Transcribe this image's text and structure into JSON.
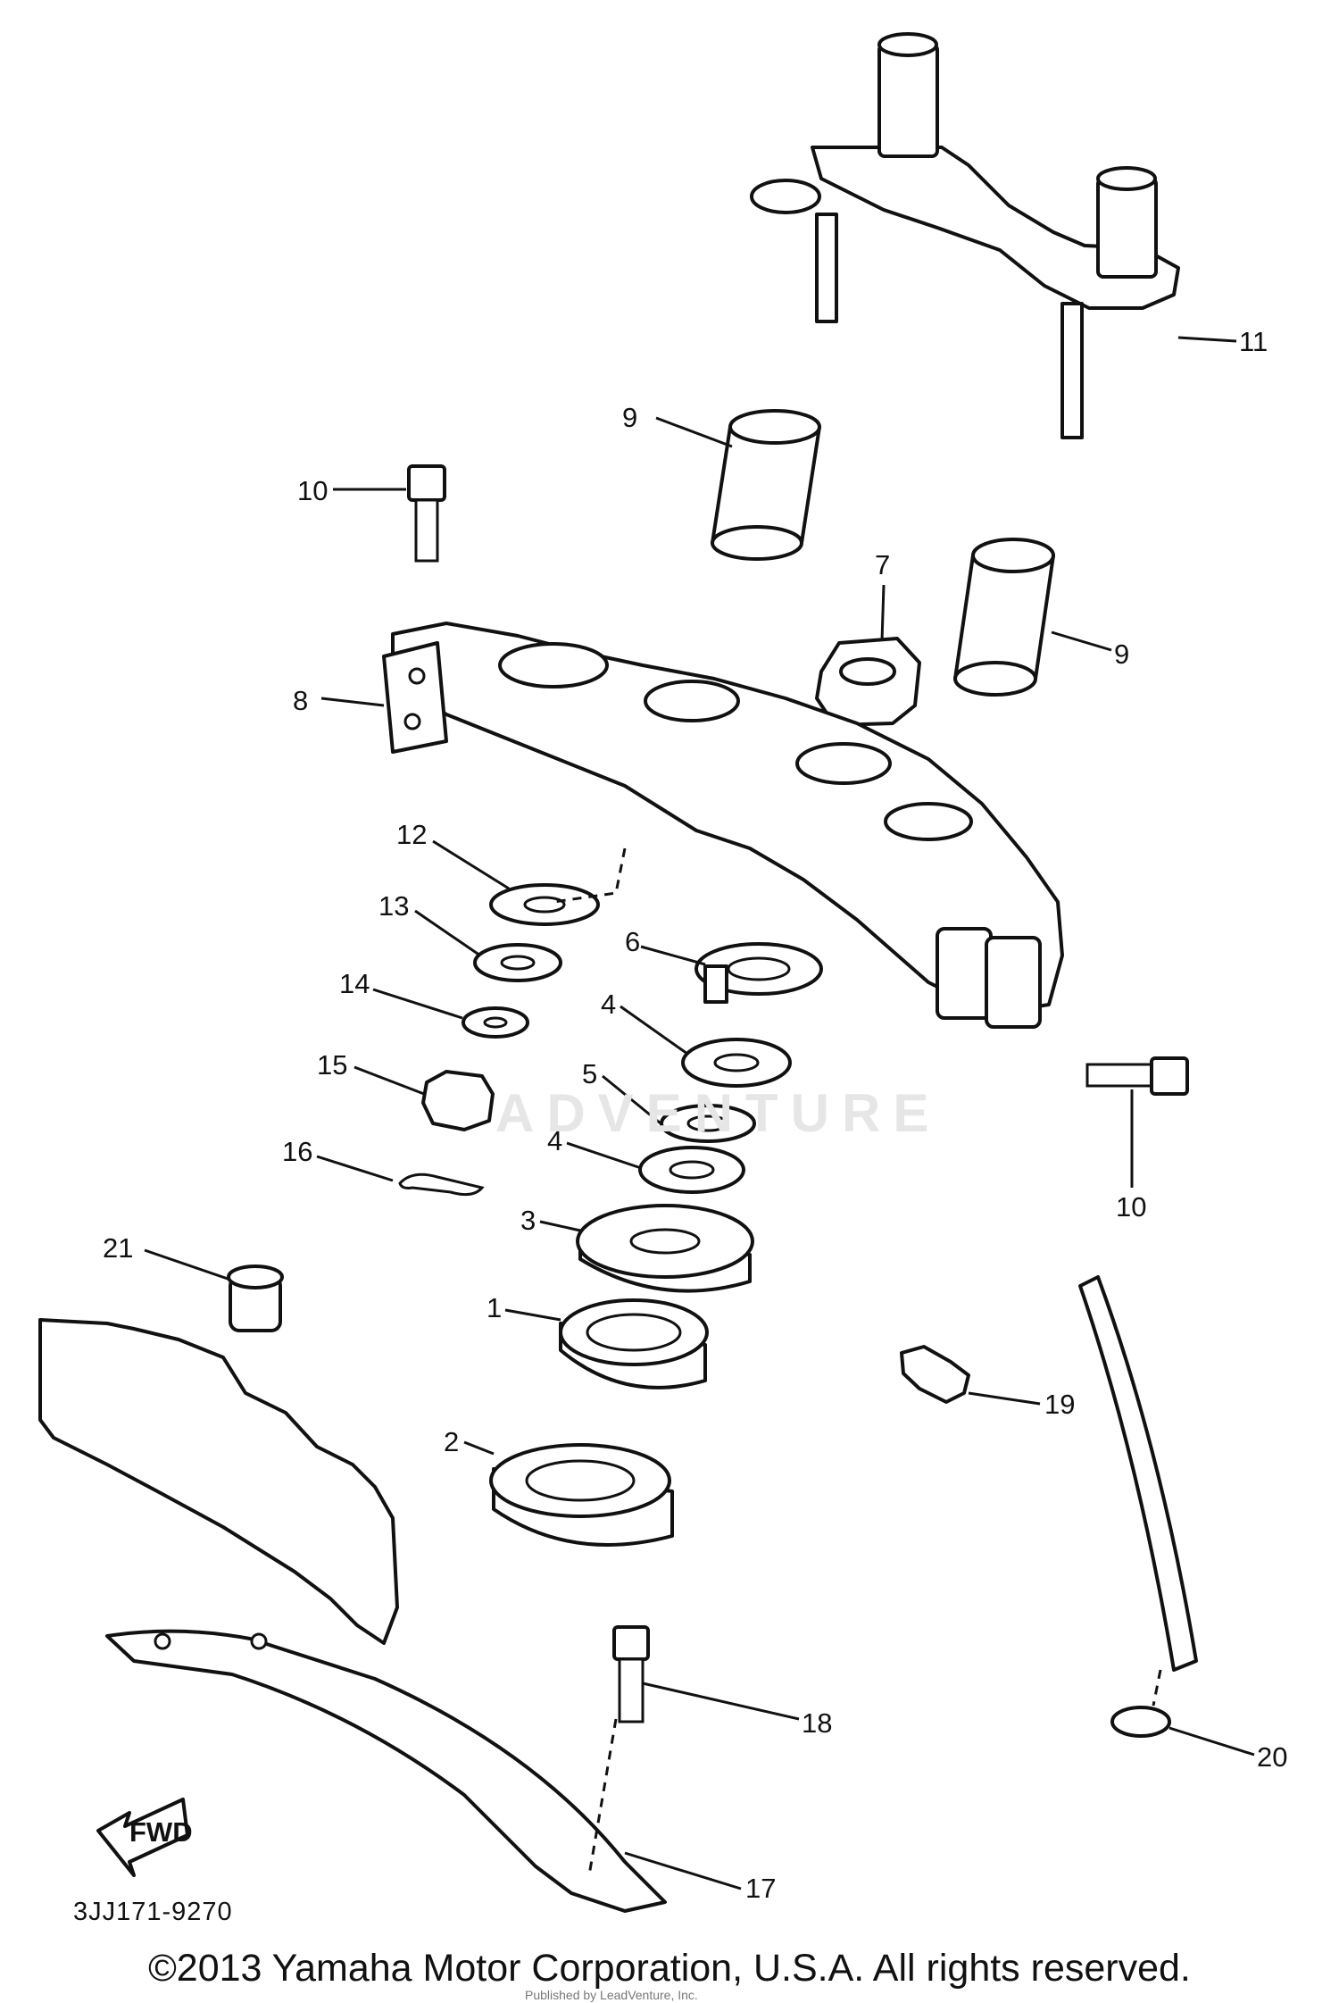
{
  "callouts": {
    "c1": "1",
    "c2": "2",
    "c3": "3",
    "c4a": "4",
    "c4b": "4",
    "c5": "5",
    "c6": "6",
    "c7": "7",
    "c8": "8",
    "c9a": "9",
    "c9b": "9",
    "c10a": "10",
    "c10b": "10",
    "c11": "11",
    "c12": "12",
    "c13": "13",
    "c14": "14",
    "c15": "15",
    "c16": "16",
    "c17": "17",
    "c18": "18",
    "c19": "19",
    "c20": "20",
    "c21": "21"
  },
  "fwd_label": "FWD",
  "diagram_code": "3JJ171-9270",
  "watermark": "ADVENTURE",
  "copyright": "©2013 Yamaha Motor Corporation, U.S.A. All rights reserved.",
  "footer_small": "Published by LeadVenture, Inc."
}
